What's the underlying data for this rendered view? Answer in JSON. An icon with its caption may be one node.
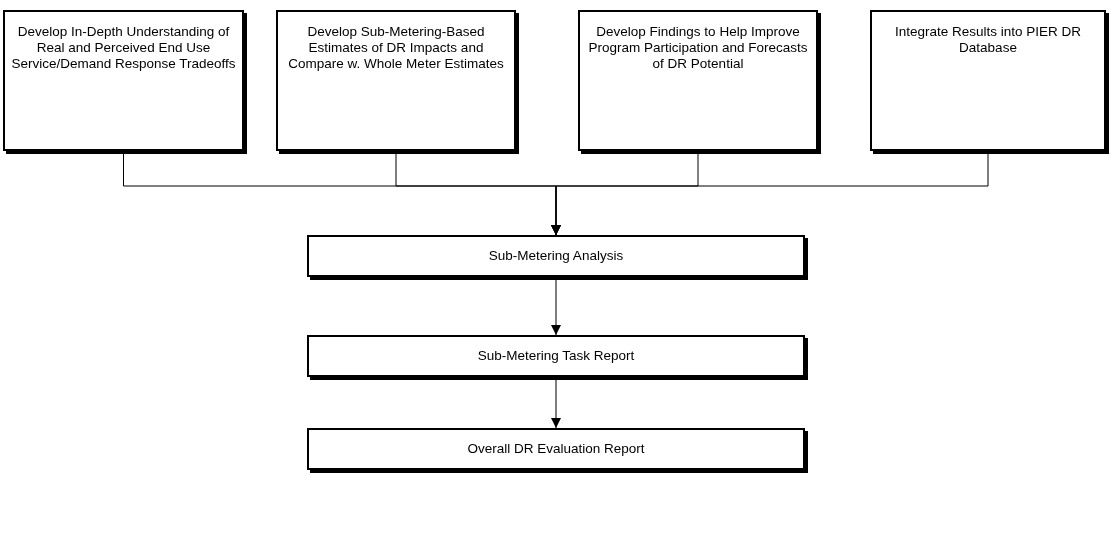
{
  "diagram": {
    "nodes": [
      {
        "text": [
          "Develop In-Depth Understanding of Real and Perceived End Use Service/Demand Response Tradeoffs"
        ]
      },
      {
        "text": [
          "Develop Sub-Metering-Based Estimates of DR Impacts and Compare w. Whole Meter Estimates"
        ]
      },
      {
        "text": [
          "Develop Findings to Help Improve Program Participation and Forecasts of DR Potential"
        ]
      },
      {
        "text": [
          "Integrate Results into PIER DR Database"
        ]
      },
      {
        "text": [
          "Sub-Metering Analysis"
        ]
      },
      {
        "text": [
          "Sub-Metering Task Report"
        ]
      },
      {
        "text": [
          "Overall DR Evaluation Report"
        ]
      }
    ],
    "edges": [
      {
        "from": 0,
        "to": 4,
        "arrow": "to"
      },
      {
        "from": 1,
        "to": 4,
        "arrow": "to"
      },
      {
        "from": 2,
        "to": 4,
        "arrow": "to"
      },
      {
        "from": 3,
        "to": 4,
        "arrow": "to"
      },
      {
        "from": 4,
        "to": 5,
        "arrow": "to"
      },
      {
        "from": 5,
        "to": 6,
        "arrow": "to"
      }
    ]
  }
}
